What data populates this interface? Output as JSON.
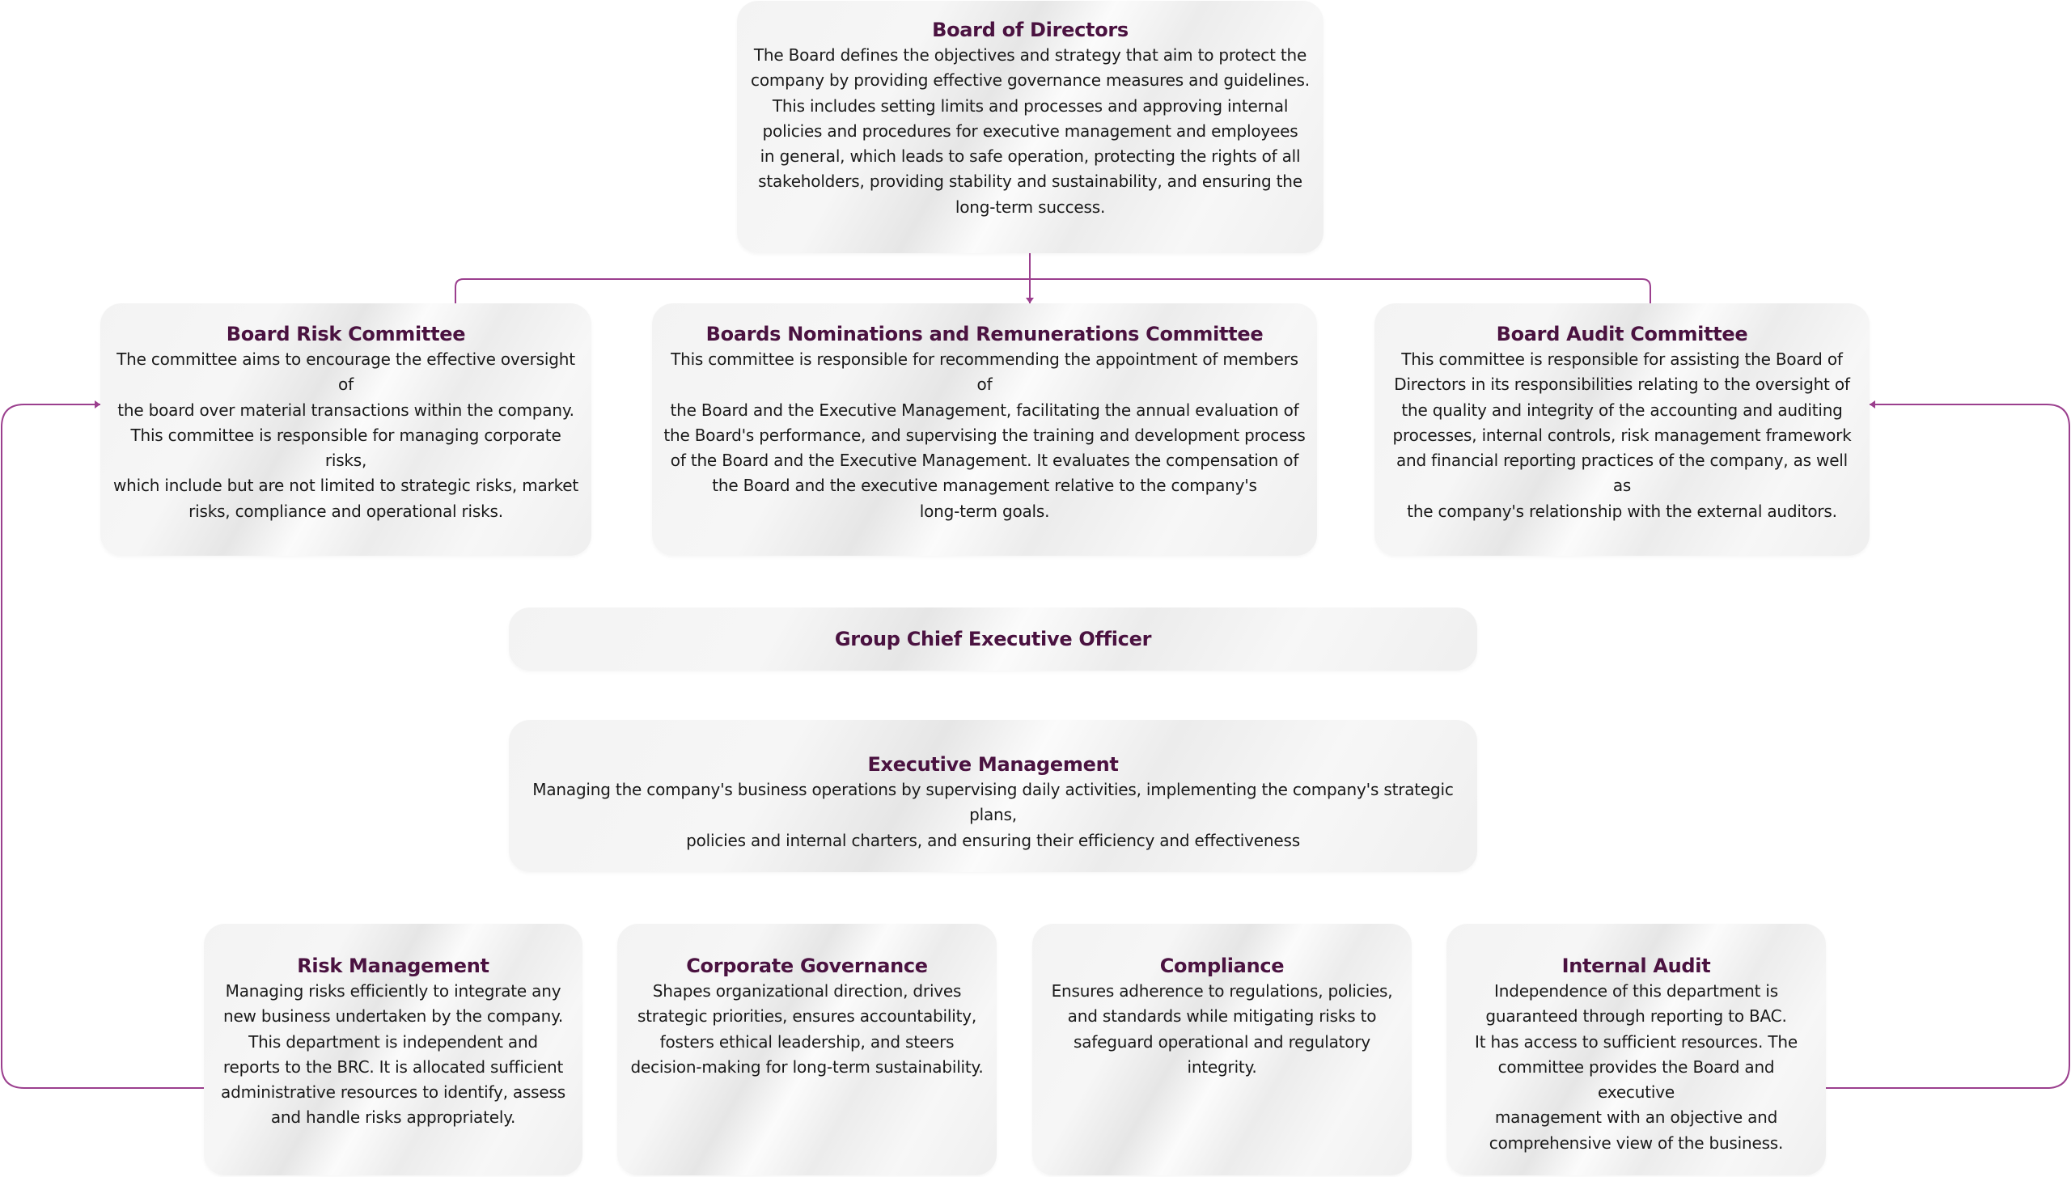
{
  "chart_data": {
    "type": "org-chart",
    "nodes": [
      {
        "id": "bod",
        "title": "Board of Directors"
      },
      {
        "id": "brc",
        "title": "Board Risk Committee",
        "parent": "bod"
      },
      {
        "id": "bnrc",
        "title": "Boards Nominations and Remunerations Committee",
        "parent": "bod"
      },
      {
        "id": "bac",
        "title": "Board Audit Committee",
        "parent": "bod"
      },
      {
        "id": "gceo",
        "title": "Group Chief Executive Officer"
      },
      {
        "id": "em",
        "title": "Executive Management"
      },
      {
        "id": "rm",
        "title": "Risk Management",
        "reports_to": "brc"
      },
      {
        "id": "cg",
        "title": "Corporate Governance"
      },
      {
        "id": "co",
        "title": "Compliance"
      },
      {
        "id": "ia",
        "title": "Internal Audit",
        "reports_to": "bac"
      }
    ]
  },
  "colors": {
    "title": "#4a1240",
    "connector": "#9b3f8e",
    "text": "#1a1a1a"
  },
  "board": {
    "title": "Board of Directors",
    "desc": "The Board defines the objectives and strategy that aim to protect the\ncompany by providing effective governance measures and guidelines.\nThis includes setting limits and processes and approving internal\npolicies and procedures for executive management and employees\nin general, which leads to safe operation, protecting the rights of all\nstakeholders, providing stability and sustainability, and ensuring the\nlong-term success."
  },
  "risk_committee": {
    "title": "Board Risk Committee",
    "desc": "The committee aims to encourage the effective oversight of\nthe board over material transactions within the company.\nThis committee is responsible for managing corporate risks,\nwhich include but are not limited to strategic risks, market\nrisks, compliance and operational risks."
  },
  "nominations_committee": {
    "title": "Boards Nominations and Remunerations Committee",
    "desc": "This committee is responsible for recommending the appointment of members of\nthe Board and the Executive Management, facilitating the annual evaluation of\nthe Board's performance, and supervising the training and development process\nof the Board and the Executive Management. It evaluates the compensation of\nthe Board and the executive management relative to the company's\nlong-term goals."
  },
  "audit_committee": {
    "title": "Board Audit Committee",
    "desc": "This committee is responsible for assisting the Board of\nDirectors in its responsibilities relating to the oversight of\nthe quality and integrity of the accounting and auditing\nprocesses, internal controls, risk management framework\nand financial reporting practices of the company, as well as\nthe company's relationship with the external auditors."
  },
  "ceo": {
    "title": "Group Chief Executive Officer"
  },
  "executive": {
    "title": "Executive Management",
    "desc": "Managing the company's business operations by supervising daily activities, implementing the company's strategic plans,\npolicies and internal charters, and ensuring their efficiency and effectiveness"
  },
  "risk_management": {
    "title": "Risk Management",
    "desc": "Managing risks efficiently to integrate any\nnew business undertaken by the company.\nThis department is independent and\nreports to the BRC. It is allocated sufficient\nadministrative resources to identify, assess\nand handle risks appropriately."
  },
  "governance": {
    "title": "Corporate Governance",
    "desc": "Shapes organizational direction, drives\nstrategic priorities, ensures accountability,\nfosters ethical leadership, and steers\ndecision-making for long-term sustainability."
  },
  "compliance": {
    "title": "Compliance",
    "desc": "Ensures adherence to regulations, policies,\nand standards while mitigating risks to\nsafeguard operational and regulatory\nintegrity."
  },
  "internal_audit": {
    "title": "Internal Audit",
    "desc": "Independence of this department is\nguaranteed through reporting to BAC.\nIt has access to sufficient resources. The\ncommittee provides the Board and executive\nmanagement with an objective and\ncomprehensive view of the business."
  }
}
